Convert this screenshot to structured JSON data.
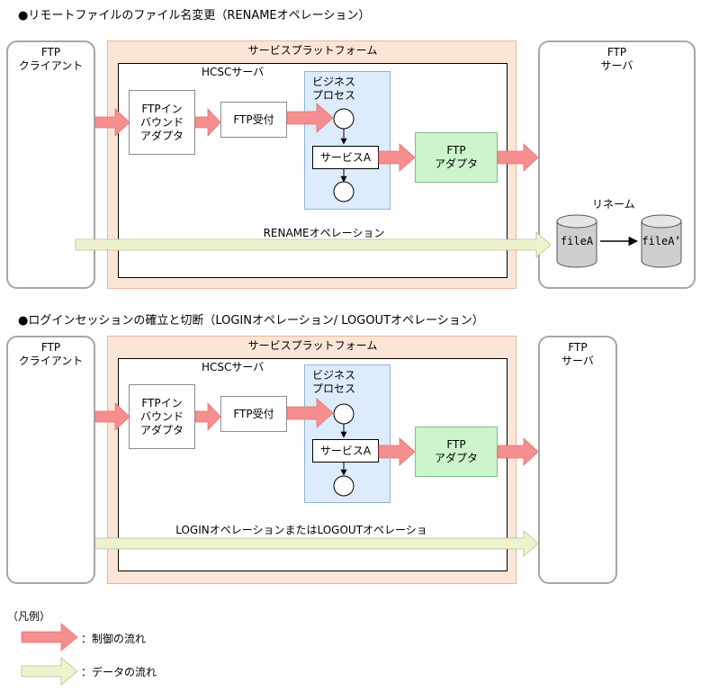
{
  "section1": {
    "title": "●リモートファイルのファイル名変更（RENAMEオペレーション）",
    "client_label": "FTP\nクライアント",
    "platform_label": "サービスプラットフォーム",
    "hcsc_label": "HCSCサーバ",
    "biz_label": "ビジネス\nプロセス",
    "inbound_label": "FTPイン\nバウンド\nアダプタ",
    "reception_label": "FTP受付",
    "service_label": "サービスA",
    "adapter_label": "FTP\nアダプタ",
    "server_label": "FTP\nサーバ",
    "data_label": "RENAMEオペレーション",
    "rename_label": "リネーム",
    "file_src": "fileA",
    "file_dst": "fileA’"
  },
  "section2": {
    "title": "●ログインセッションの確立と切断（LOGINオペレーション/ LOGOUTオペレーション）",
    "client_label": "FTP\nクライアント",
    "platform_label": "サービスプラットフォーム",
    "hcsc_label": "HCSCサーバ",
    "biz_label": "ビジネス\nプロセス",
    "inbound_label": "FTPイン\nバウンド\nアダプタ",
    "reception_label": "FTP受付",
    "service_label": "サービスA",
    "adapter_label": "FTP\nアダプタ",
    "server_label": "FTP\nサーバ",
    "data_label": "LOGINオペレーションまたはLOGOUTオペレーション"
  },
  "legend": {
    "title": "（凡例）",
    "control_label": "：制御の流れ",
    "data_label": "：データの流れ"
  },
  "colors": {
    "control_arrow": "#f58e8e",
    "data_arrow": "#eef2cf",
    "platform": "#fbe5d6",
    "business_process": "#dcecfb",
    "ftp_adapter": "#ccf5cc"
  }
}
